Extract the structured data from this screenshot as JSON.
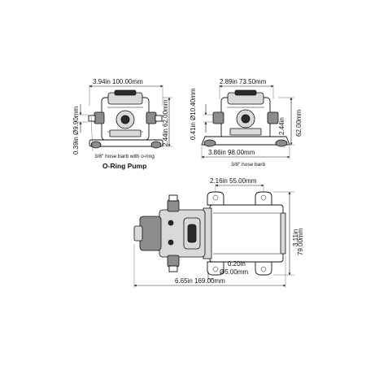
{
  "pump_left": {
    "width_dim": "3.94in  100.00mm",
    "height_dim": "2.44in  62.00mm",
    "barb_dim": "0.39in  Ø9.90mm",
    "hose_label": "3/8\" hose barb with o-ring",
    "title": "O-Ring Pump"
  },
  "pump_right": {
    "top_dim": "2.89in  73.50mm",
    "barb_dim": "0.41in  Ø10.40mm",
    "height_dim_in": "2.44in",
    "height_dim_mm": "62.00mm",
    "base_dim": "3.86in  98.00mm",
    "hose_label": "3/8\" hose barb"
  },
  "pump_side": {
    "mount_dim": "2.16in  55.00mm",
    "height_dim_in": "3.11in",
    "height_dim_mm": "79.00mm",
    "hole_dim_in": "0.20in",
    "hole_dim_mm": "Ø5.00mm",
    "length_dim": "6.65in  169.00mm"
  }
}
